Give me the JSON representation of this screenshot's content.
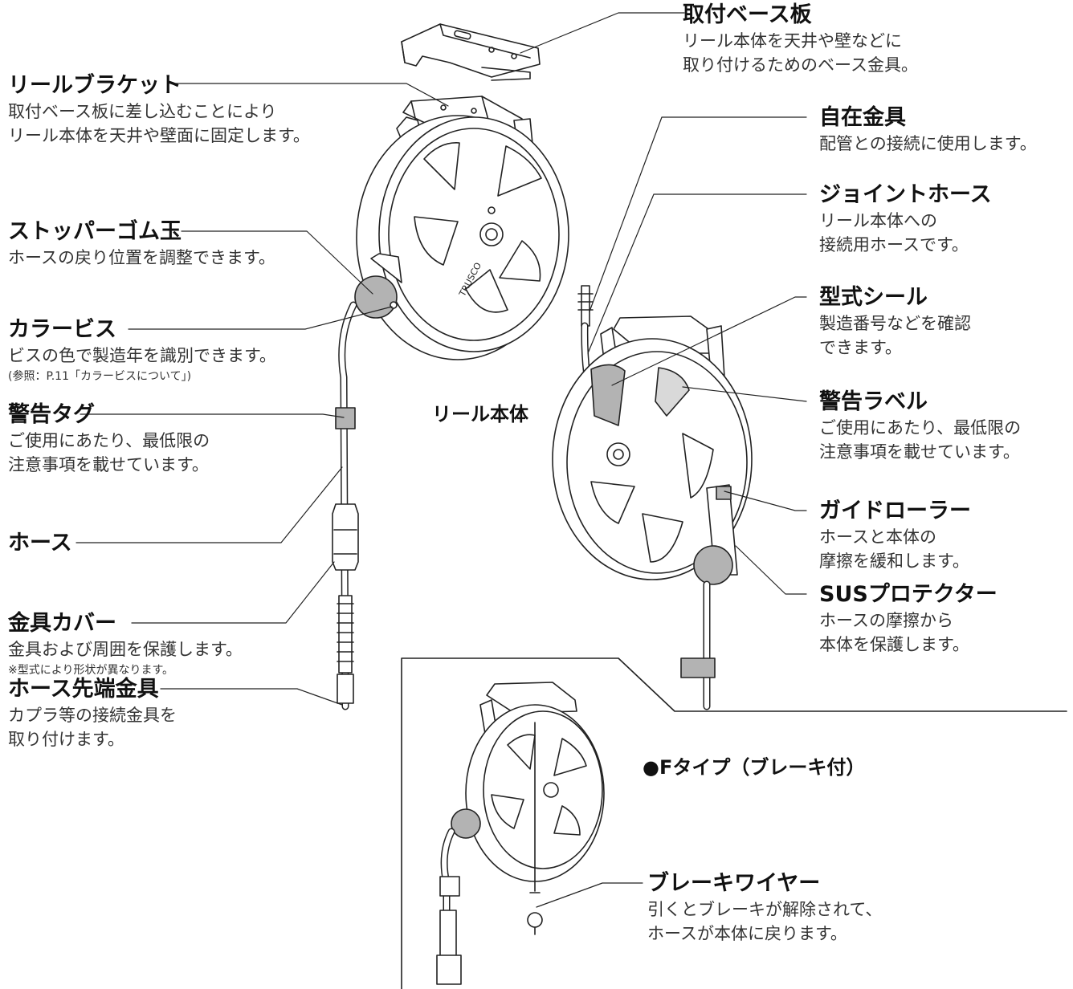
{
  "labels": {
    "base_plate": {
      "title": "取付ベース板",
      "lines": [
        "リール本体を天井や壁などに",
        "取り付けるためのベース金具。"
      ]
    },
    "reel_bracket": {
      "title": "リールブラケット",
      "lines": [
        "取付ベース板に差し込むことにより",
        "リール本体を天井や壁面に固定します。"
      ]
    },
    "swivel": {
      "title": "自在金具",
      "lines": [
        "配管との接続に使用します。"
      ]
    },
    "joint_hose": {
      "title": "ジョイントホース",
      "lines": [
        "リール本体への",
        "接続用ホースです。"
      ]
    },
    "stopper": {
      "title": "ストッパーゴム玉",
      "lines": [
        "ホースの戻り位置を調整できます。"
      ]
    },
    "model_seal": {
      "title": "型式シール",
      "lines": [
        "製造番号などを確認",
        "できます。"
      ]
    },
    "color_screw": {
      "title": "カラービス",
      "lines": [
        "ビスの色で製造年を識別できます。"
      ],
      "note": "(参照：P.11「カラービスについて」)"
    },
    "warning_label": {
      "title": "警告ラベル",
      "lines": [
        "ご使用にあたり、最低限の",
        "注意事項を載せています。"
      ]
    },
    "warning_tag": {
      "title": "警告タグ",
      "lines": [
        "ご使用にあたり、最低限の",
        "注意事項を載せています。"
      ]
    },
    "guide_roller": {
      "title": "ガイドローラー",
      "lines": [
        "ホースと本体の",
        "摩擦を緩和します。"
      ]
    },
    "hose": {
      "title": "ホース",
      "lines": []
    },
    "fitting_cover": {
      "title": "金具カバー",
      "lines": [
        "金具および周囲を保護します。"
      ],
      "note": "※型式により形状が異なります。"
    },
    "sus_protector": {
      "title": "SUSプロテクター",
      "lines": [
        "ホースの摩擦から",
        "本体を保護します。"
      ]
    },
    "hose_end": {
      "title": "ホース先端金具",
      "lines": [
        "カプラ等の接続金具を",
        "取り付けます。"
      ]
    },
    "brake_wire": {
      "title": "ブレーキワイヤー",
      "lines": [
        "引くとブレーキが解除されて、",
        "ホースが本体に戻ります。"
      ]
    }
  },
  "captions": {
    "reel_body": "リール本体",
    "f_type": "●Fタイプ（ブレーキ付）"
  },
  "brand_mark": "TRUSCO",
  "colors": {
    "line": "#222222",
    "gray_fill": "#b3b3b3",
    "light_gray": "#d9d9d9"
  }
}
